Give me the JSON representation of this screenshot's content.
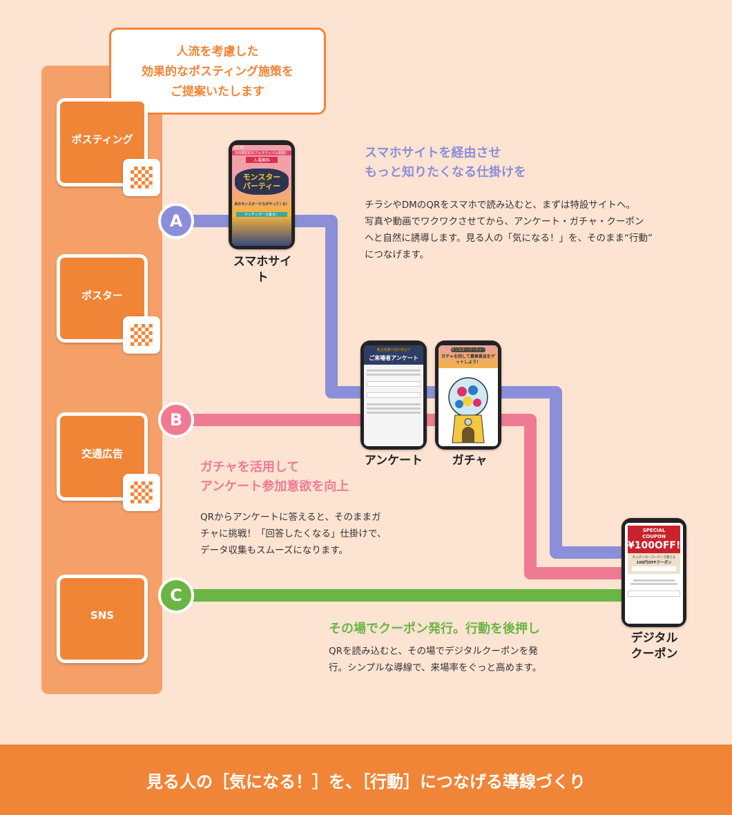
{
  "callout": {
    "lines": [
      "人流を考慮した",
      "効果的なポスティング施策を",
      "ご提案いたします"
    ]
  },
  "media": [
    {
      "label": "ポスティング"
    },
    {
      "label": "ポスター"
    },
    {
      "label": "交通広告"
    },
    {
      "label": "SNS"
    }
  ],
  "routes": {
    "A": "A",
    "B": "B",
    "C": "C"
  },
  "phones": {
    "smartsite": {
      "label": "スマホサイト",
      "time": "12:30",
      "banner": "3日間限定のフェスティバル開催！",
      "free": "入場無料",
      "title1": "モンスター",
      "title2": "パーティー",
      "sub": "あのモンスターたちがやってくる！",
      "cta": "キッチンカー大集合！"
    },
    "survey": {
      "label": "アンケート",
      "logo": "モンスターパーティー",
      "title": "ご来場者アンケート"
    },
    "gacha": {
      "label": "ガチャ",
      "logo": "モンスターパーティー",
      "title": "ガチャを回して豪華景品をゲットしよう！"
    },
    "coupon": {
      "label1": "デジタル",
      "label2": "クーポン",
      "special": "SPECIAL COUPON",
      "amount": "¥100OFF!!",
      "desc": "キッチンカーコーナーで使える",
      "name": "100円OFFクーポン"
    }
  },
  "sections": {
    "A": {
      "title": [
        "スマホサイトを経由させ",
        "もっと知りたくなる仕掛けを"
      ],
      "body": [
        "チラシやDMのQRをスマホで読み込むと、まずは特設サイトへ。",
        "写真や動画でワクワクさせてから、アンケート・ガチャ・クーポン",
        "へと自然に誘導します。見る人の「気になる！」を、そのまま“行動”",
        "につなげます。"
      ]
    },
    "B": {
      "title": [
        "ガチャを活用して",
        "アンケート参加意欲を向上"
      ],
      "body": [
        "QRからアンケートに答えると、そのままガ",
        "チャに挑戦！「回答したくなる」仕掛けで、",
        "データ収集もスムーズになります。"
      ]
    },
    "C": {
      "title": [
        "その場でクーポン発行。行動を後押し"
      ],
      "body": [
        "QRを読み込むと、その場でデジタルクーポンを発",
        "行。シンプルな導線で、来場率をぐっと高めます。"
      ]
    }
  },
  "footer": "見る人の［気になる！］を、［行動］につなげる導線づくり",
  "colors": {
    "orange": "#f08537",
    "routeA": "#8b8fd9",
    "routeB": "#ee7b93",
    "routeC": "#6ab544",
    "background": "#fde3d2"
  }
}
